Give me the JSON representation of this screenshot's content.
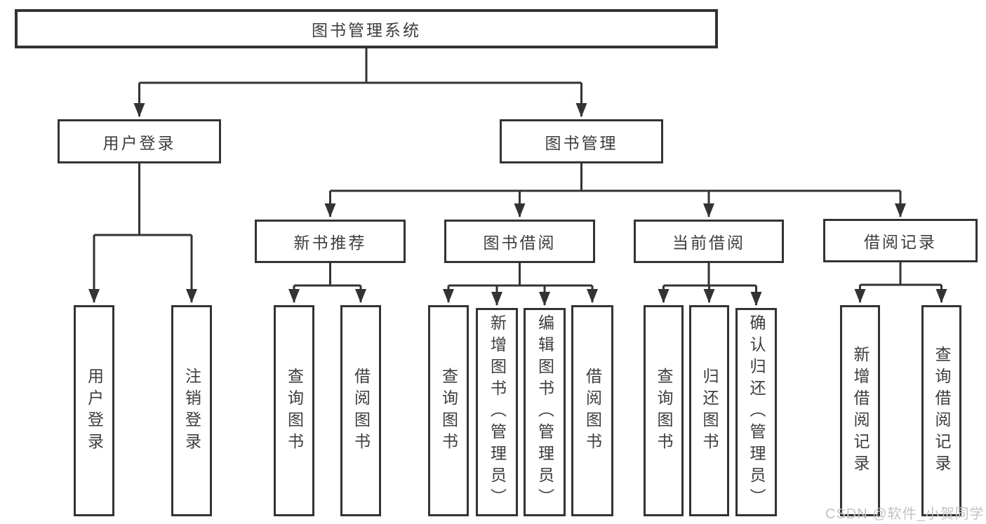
{
  "diagram_title": "图书管理系统",
  "nodes": {
    "root": "图书管理系统",
    "user_login": "用户登录",
    "book_management": "图书管理",
    "new_book_recommend": "新书推荐",
    "book_borrowing": "图书借阅",
    "current_borrowing": "当前借阅",
    "borrowing_records": "借阅记录",
    "leaf_user_login": "用户登录",
    "leaf_logout": "注销登录",
    "leaf_rec_query_books": "查询图书",
    "leaf_rec_borrow_books": "借阅图书",
    "leaf_bor_query_books": "查询图书",
    "leaf_bor_add_books": "新增图书（管理员）",
    "leaf_bor_edit_books": "编辑图书（管理员）",
    "leaf_bor_borrow_books": "借阅图书",
    "leaf_cur_query_books": "查询图书",
    "leaf_cur_return_books": "归还图书",
    "leaf_cur_confirm_return": "确认归还（管理员）",
    "leaf_rr_add_record": "新增借阅记录",
    "leaf_rr_query_record": "查询借阅记录"
  },
  "hierarchy": {
    "图书管理系统": {
      "用户登录": [
        "用户登录",
        "注销登录"
      ],
      "图书管理": {
        "新书推荐": [
          "查询图书",
          "借阅图书"
        ],
        "图书借阅": [
          "查询图书",
          "新增图书（管理员）",
          "编辑图书（管理员）",
          "借阅图书"
        ],
        "当前借阅": [
          "查询图书",
          "归还图书",
          "确认归还（管理员）"
        ],
        "借阅记录": [
          "新增借阅记录",
          "查询借阅记录"
        ]
      }
    }
  },
  "watermark": "CSDN @软件_小贺同学",
  "colors": {
    "line": "#333333",
    "box_border": "#333333",
    "text": "#3d3d3d",
    "watermark": "#c3c3c3",
    "background": "#ffffff"
  }
}
